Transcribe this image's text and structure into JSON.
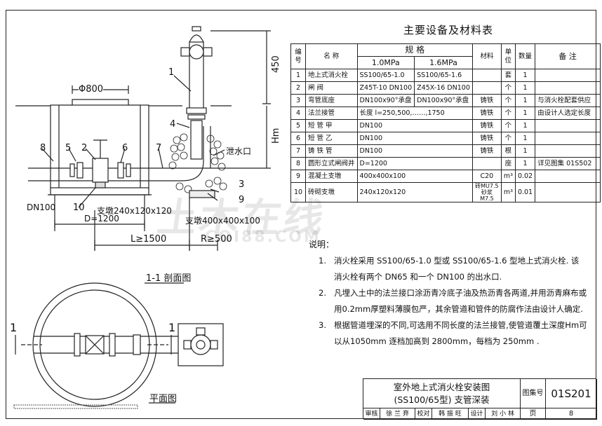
{
  "section": {
    "dim_dia": "Φ800",
    "dim_450": "450",
    "dim_hm": "Hm",
    "label_outlet": "泄水口",
    "dn": "DN100",
    "d": "D=1200",
    "support1": "支墩240x120x120",
    "support2": "支墩400x400x100",
    "l": "L≥1500",
    "r": "R≥500",
    "n1": "1",
    "n2": "2",
    "n3": "3",
    "n4": "4",
    "n5": "5",
    "n6": "6",
    "n7": "7",
    "n8": "8",
    "n9": "9",
    "n10": "10",
    "caption": "1-1 剖面图"
  },
  "plan": {
    "caption": "平面图",
    "cut_left": "1",
    "cut_right": "1"
  },
  "table": {
    "title": "主要设备及材料表",
    "h_no": "编号",
    "h_name": "名 称",
    "h_spec": "规 格",
    "h_spec1": "1.0MPa",
    "h_spec2": "1.6MPa",
    "h_mat": "材料",
    "h_unit": "单位",
    "h_qty": "数量",
    "h_note": "备 注",
    "rows": [
      {
        "no": "1",
        "name": "地上式消火栓",
        "s1": "SS100/65-1.0",
        "s2": "SS100/65-1.6",
        "mat": "",
        "unit": "套",
        "qty": "1",
        "note": ""
      },
      {
        "no": "2",
        "name": "闸 阀",
        "s1": "Z45T-10 DN100",
        "s2": "Z45X-16 DN100",
        "mat": "",
        "unit": "个",
        "qty": "1",
        "note": ""
      },
      {
        "no": "3",
        "name": "弯管底座",
        "s1": "DN100x90°承盘",
        "s2": "DN100x90°承盘",
        "mat": "铸铁",
        "unit": "个",
        "qty": "1",
        "note": "与消火栓配套供应"
      },
      {
        "no": "4",
        "name": "法兰接管",
        "s1": "长度 l=250,500,……,1750",
        "s2": "",
        "mat": "铸铁",
        "unit": "个",
        "qty": "1",
        "note": "由设计人选定长度"
      },
      {
        "no": "5",
        "name": "短 管 甲",
        "s1": "DN100",
        "s2": "",
        "mat": "铸铁",
        "unit": "个",
        "qty": "1",
        "note": ""
      },
      {
        "no": "6",
        "name": "短 管 乙",
        "s1": "DN100",
        "s2": "",
        "mat": "铸铁",
        "unit": "个",
        "qty": "1",
        "note": ""
      },
      {
        "no": "7",
        "name": "铸 铁 管",
        "s1": "DN100",
        "s2": "",
        "mat": "铸铁",
        "unit": "根",
        "qty": "1",
        "note": ""
      },
      {
        "no": "8",
        "name": "圆形立式闸阀井",
        "s1": "D=1200",
        "s2": "",
        "mat": "",
        "unit": "座",
        "qty": "1",
        "note": "详见图集 01S502"
      },
      {
        "no": "9",
        "name": "混凝土支墩",
        "s1": "400x400x100",
        "s2": "",
        "mat": "C20",
        "unit": "m³",
        "qty": "0.02",
        "note": ""
      },
      {
        "no": "10",
        "name": "砖砌支墩",
        "s1": "240x120x120",
        "s2": "",
        "mat": "砖MU7.5 砂浆M7.5",
        "unit": "m³",
        "qty": "0.01",
        "note": ""
      }
    ]
  },
  "notes": {
    "label": "说明：",
    "items": [
      {
        "num": "1.",
        "lines": [
          "消火栓采用 SS100/65-1.0 型或 SS100/65-1.6 型地上式消火栓. 该",
          "消火栓有两个 DN65 和一个 DN100 的出水口."
        ]
      },
      {
        "num": "2.",
        "lines": [
          "凡埋入土中的法兰接口涂沥青冷底子油及热沥青各两道,并用沥青麻布或",
          "用0.2mm厚塑料薄膜包严，其余管道和管件的防腐作法由设计人确定."
        ]
      },
      {
        "num": "3.",
        "lines": [
          "根据管道埋深的不同,可选用不同长度的法兰接管,使管道覆土深度Hm可",
          "以从1050mm 逐档加高到 2800mm，每档为 250mm ."
        ]
      }
    ]
  },
  "titleblock": {
    "title1": "室外地上式消火栓安装图",
    "title2": "(SS100/65型) 支管深装",
    "atlas_label": "图集号",
    "atlas_no": "01S201",
    "page_label": "页",
    "page_no": "8",
    "review": "审核",
    "reviewer": "徐 兰 弃",
    "check": "校对",
    "checker": "韩 振 旺",
    "design": "设计",
    "designer": "刘 小 林"
  },
  "watermark": {
    "text": "土木在线",
    "sub": "COI88.COM"
  }
}
